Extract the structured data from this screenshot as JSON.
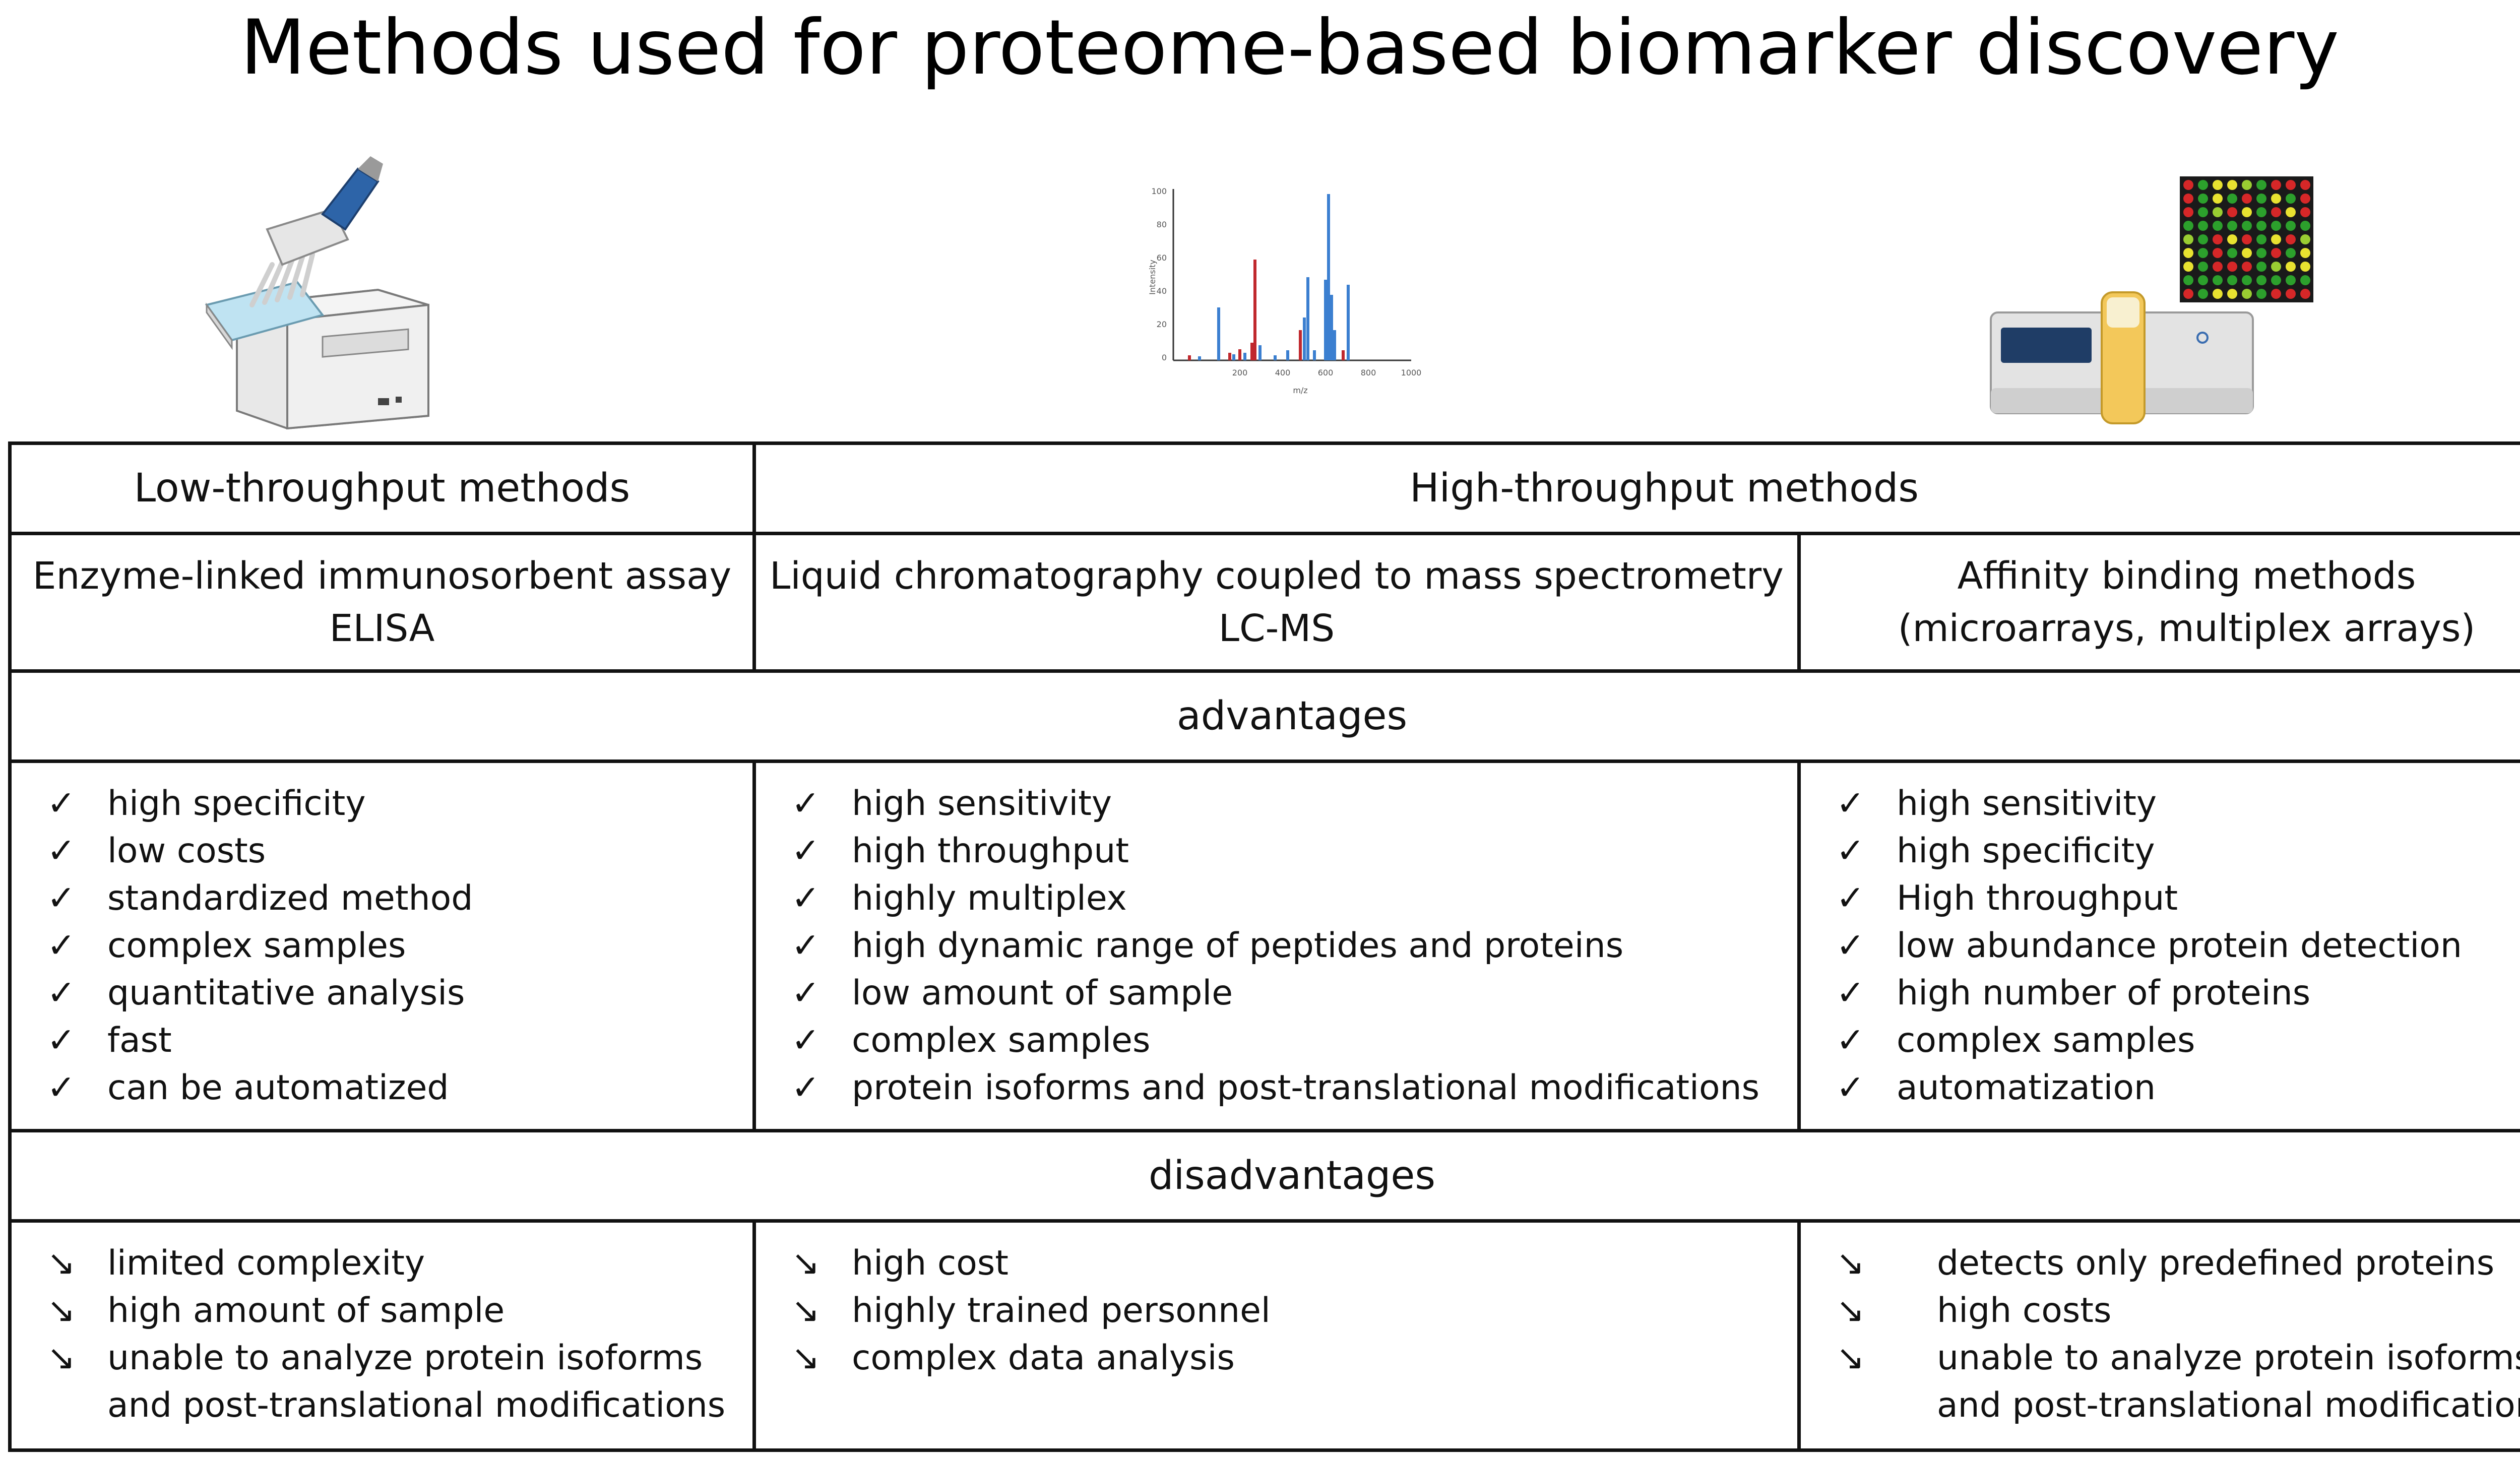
{
  "title": "Methods used for proteome-based biomarker discovery",
  "spectrum": {
    "ylabel": "Intensity",
    "xlabel": "m/z",
    "yticks": [
      "0",
      "20",
      "40",
      "60",
      "80",
      "100"
    ],
    "xticks": [
      "200",
      "400",
      "600",
      "800",
      "1000"
    ],
    "colors": {
      "blue": "#3b7fd0",
      "red": "#c0282d"
    }
  },
  "table": {
    "low_header": "Low-throughput methods",
    "high_header": "High-throughput methods",
    "methods": [
      {
        "name": "Enzyme-linked immunosorbent assay",
        "abbr": "ELISA"
      },
      {
        "name": "Liquid chromatography coupled to mass spectrometry",
        "abbr": "LC-MS"
      },
      {
        "name": "Affinity binding methods",
        "abbr": "(microarrays, multiplex arrays)"
      }
    ],
    "advantages_label": "advantages",
    "disadvantages_label": "disadvantages",
    "check_mark": "✓",
    "down_mark": "↘",
    "advantages": [
      [
        "high specificity",
        "low costs",
        "standardized method",
        "complex samples",
        "quantitative analysis",
        "fast",
        "can be automatized"
      ],
      [
        "high sensitivity",
        "high throughput",
        "highly multiplex",
        "high dynamic range of peptides and proteins",
        "low amount of sample",
        "complex samples",
        "protein isoforms and post-translational modifications"
      ],
      [
        "high sensitivity",
        "high specificity",
        "High throughput",
        "low abundance protein detection",
        "high number of proteins",
        "complex samples",
        "automatization"
      ]
    ],
    "disadvantages": [
      [
        "limited complexity",
        "high amount of sample",
        "unable to analyze protein isoforms\nand post-translational modifications"
      ],
      [
        "high cost",
        "highly trained personnel",
        "complex data analysis"
      ],
      [
        "detects only predefined proteins",
        "high costs",
        "unable to analyze protein isoforms\nand post-translational modifications"
      ]
    ]
  }
}
